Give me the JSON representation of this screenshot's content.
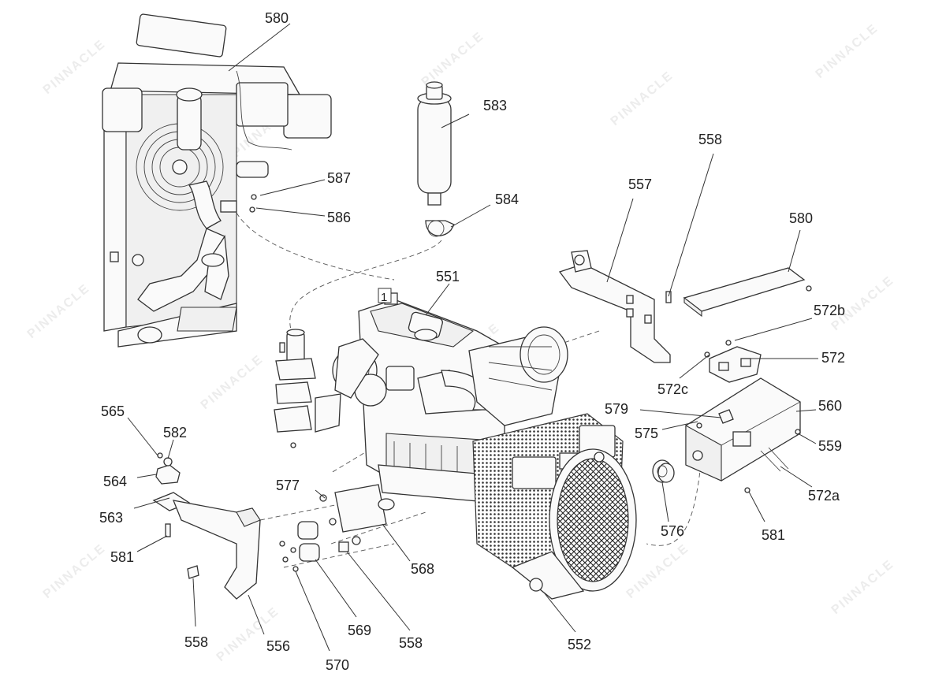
{
  "callouts": [
    "580",
    "583",
    "558",
    "557",
    "587",
    "584",
    "580",
    "586",
    "551",
    "572b",
    "1",
    "572",
    "572c",
    "560",
    "579",
    "575",
    "565",
    "582",
    "559",
    "564",
    "577",
    "572a",
    "563",
    "576",
    "581",
    "568",
    "581",
    "569",
    "558",
    "556",
    "558",
    "552",
    "570"
  ],
  "watermark": "PINNACLE"
}
